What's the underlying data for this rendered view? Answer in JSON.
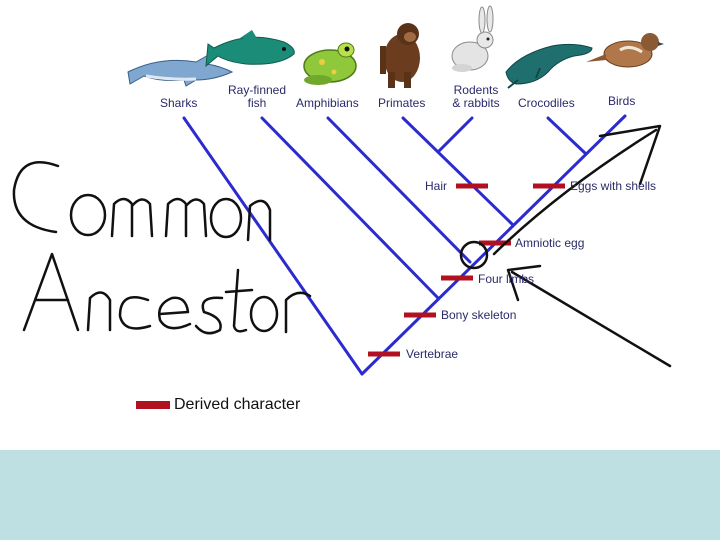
{
  "taxa": {
    "sharks": "Sharks",
    "ray_finned_line1": "Ray-finned",
    "ray_finned_line2": "fish",
    "amphibians": "Amphibians",
    "primates": "Primates",
    "rodents_line1": "Rodents",
    "rodents_line2": "& rabbits",
    "crocodiles": "Crocodiles",
    "birds": "Birds"
  },
  "characters": {
    "hair": "Hair",
    "eggs_with_shells": "Eggs with shells",
    "amniotic_egg": "Amniotic egg",
    "four_limbs": "Four limbs",
    "bony_skeleton": "Bony skeleton",
    "vertebrae": "Vertebrae"
  },
  "annotation": {
    "handwritten_line1": "Common",
    "handwritten_line2": "Ancestor"
  },
  "legend": {
    "label": "Derived character",
    "color": "#b01020"
  },
  "colors": {
    "branch": "#2b2bd0",
    "marker": "#b01020",
    "ink": "#111111",
    "footer": "#bfe0e3"
  }
}
